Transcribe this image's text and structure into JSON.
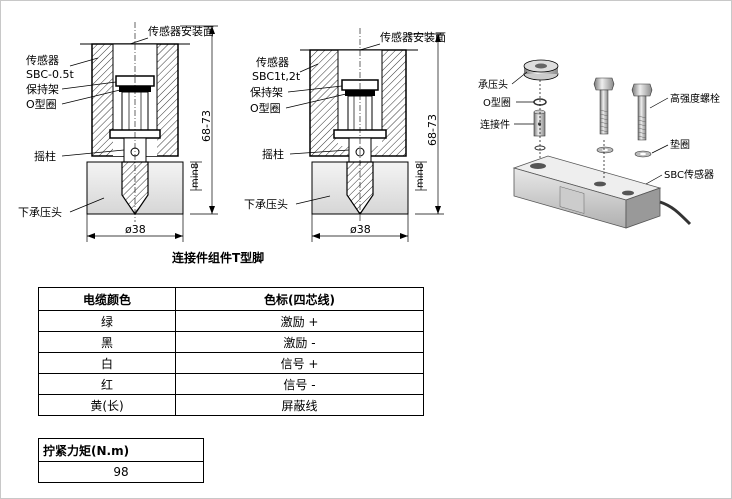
{
  "left_assembly": {
    "top_label": "传感器安装面",
    "sensor_label": "传感器",
    "model_label": "SBC-0.5t",
    "retainer_label": "保持架",
    "oring_label": "O型圈",
    "rocker_label": "摇柱",
    "lower_head_label": "下承压头",
    "height_dim": "68-73",
    "min_dim": "min8",
    "diameter_dim": "ø38"
  },
  "right_assembly": {
    "top_label": "传感器安装面",
    "sensor_label": "传感器",
    "model_label": "SBC1t,2t",
    "retainer_label": "保持架",
    "oring_label": "O型圈",
    "rocker_label": "摇柱",
    "lower_head_label": "下承压头",
    "height_dim": "68-73",
    "min_dim": "min8",
    "diameter_dim": "ø38"
  },
  "exploded": {
    "press_head": "承压头",
    "oring": "O型圈",
    "connector": "连接件",
    "bolt": "高强度螺栓",
    "washer": "垫圈",
    "sensor": "SBC传感器"
  },
  "caption": "连接件组件T型脚",
  "cable_table": {
    "headers": [
      "电缆颜色",
      "色标(四芯线)"
    ],
    "rows": [
      [
        "绿",
        "激励 +"
      ],
      [
        "黑",
        "激励 -"
      ],
      [
        "白",
        "信号 +"
      ],
      [
        "红",
        "信号 -"
      ],
      [
        "黄(长)",
        "屏蔽线"
      ]
    ]
  },
  "torque_table": {
    "header": "拧紧力矩(N.m)",
    "value": "98"
  }
}
